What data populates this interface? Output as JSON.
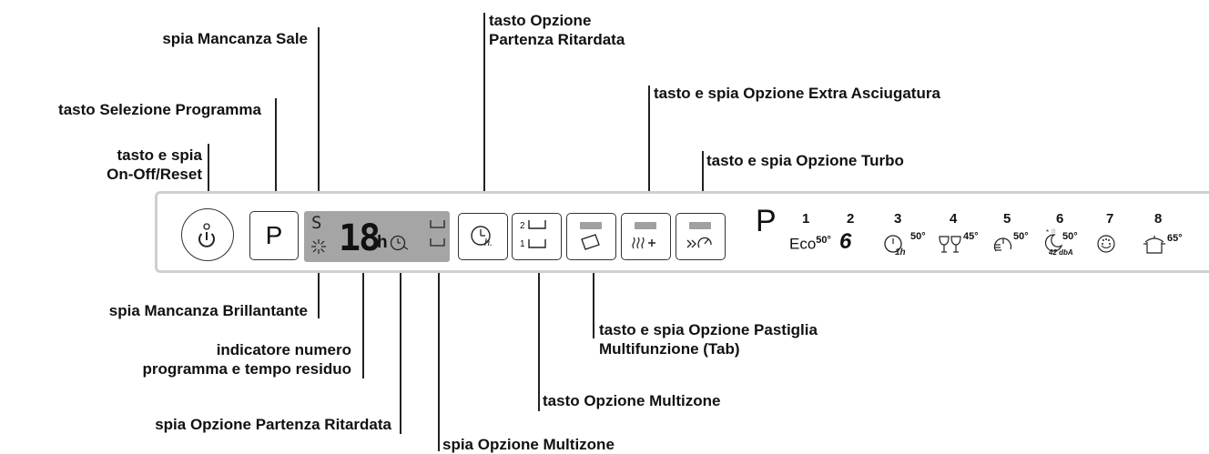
{
  "labels": {
    "salt": "spia Mancanza Sale",
    "program_select": "tasto Selezione Programma",
    "onoff": "tasto e spia\nOn-Off/Reset",
    "rinse_aid": "spia Mancanza Brillantante",
    "program_number": "indicatore numero\nprogramma e tempo residuo",
    "delay_indicator": "spia Opzione Partenza Ritardata",
    "multizone_indicator": "spia Opzione Multizone",
    "delay_button": "tasto Opzione\nPartenza Ritardata",
    "extra_dry": "tasto e spia Opzione Extra Asciugatura",
    "turbo": "tasto e spia Opzione Turbo",
    "tab": "tasto e spia Opzione Pastiglia\nMultifunzione (Tab)",
    "multizone_button": "tasto Opzione Multizone"
  },
  "panel": {
    "program_button": "P",
    "display": {
      "s_symbol": "S",
      "digits": "18",
      "unit": "h"
    },
    "multizone_levels": [
      "2",
      "1"
    ]
  },
  "programs": {
    "prefix": "P",
    "items": [
      {
        "number": "1",
        "icon": "eco-icon",
        "text": "Eco",
        "temp": "50°"
      },
      {
        "number": "2",
        "icon": "sixth-sense-icon",
        "text": "6",
        "temp": ""
      },
      {
        "number": "3",
        "icon": "one-hour-icon",
        "text": "1h",
        "temp": "50°"
      },
      {
        "number": "4",
        "icon": "glasses-icon",
        "text": "",
        "temp": "45°"
      },
      {
        "number": "5",
        "icon": "quick-icon",
        "text": "",
        "temp": "50°"
      },
      {
        "number": "6",
        "icon": "night-icon",
        "text": "42 dbA",
        "temp": "50°"
      },
      {
        "number": "7",
        "icon": "soak-icon",
        "text": "",
        "temp": ""
      },
      {
        "number": "8",
        "icon": "pot-icon",
        "text": "",
        "temp": "65°"
      }
    ]
  }
}
